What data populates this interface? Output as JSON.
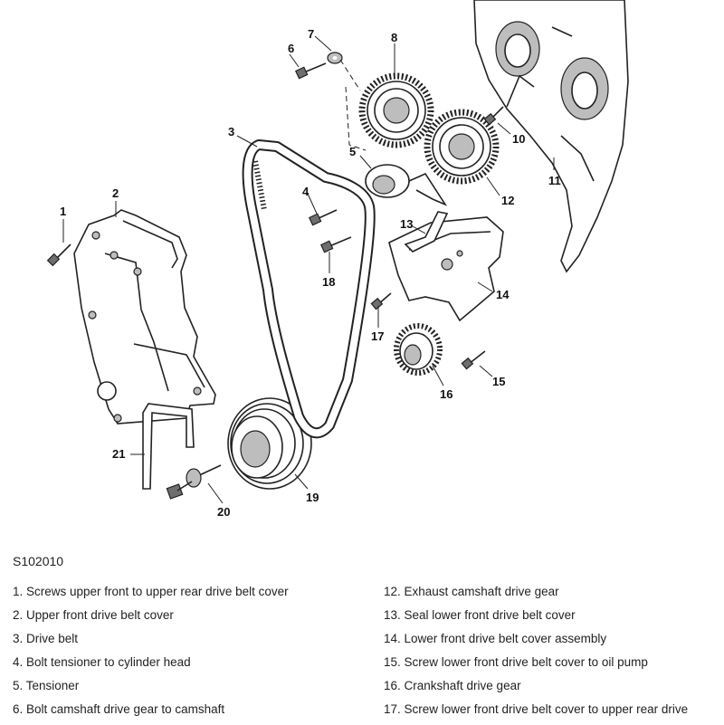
{
  "figure_code": "S102010",
  "callouts": [
    "1",
    "2",
    "3",
    "4",
    "5",
    "6",
    "7",
    "8",
    "10",
    "11",
    "12",
    "13",
    "14",
    "15",
    "16",
    "17",
    "18",
    "19",
    "20",
    "21"
  ],
  "parts_left": [
    "1.  Screws upper front to upper rear drive belt cover",
    "2.  Upper front drive belt cover",
    "3.  Drive belt",
    "4.  Bolt tensioner to cylinder head",
    "5.  Tensioner",
    "6.  Bolt camshaft drive gear to camshaft"
  ],
  "parts_right": [
    "12. Exhaust camshaft drive gear",
    "13. Seal lower front drive belt cover",
    "14. Lower front drive belt cover assembly",
    "15. Screw lower front drive belt cover to oil pump",
    "16. Crankshaft drive gear",
    "17. Screw lower front drive belt cover to upper rear drive"
  ]
}
